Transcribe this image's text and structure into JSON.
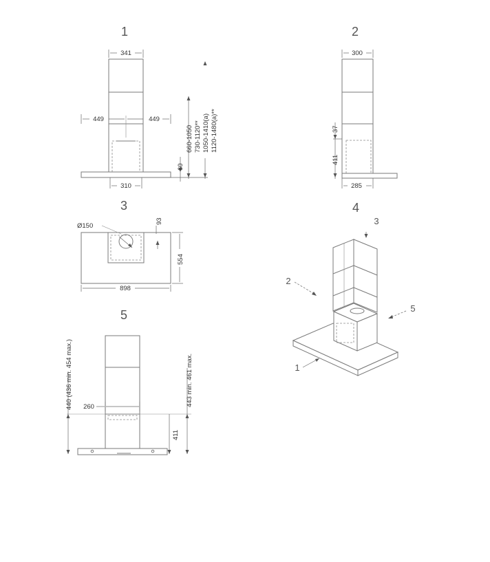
{
  "views": {
    "v1": {
      "number": "1",
      "width_top": "341",
      "side_left": "449",
      "side_right": "449",
      "bottom_width": "310",
      "h60": "60",
      "h_range1": "660-1050",
      "h_range2": "730-1120**",
      "h_range3": "1050-1410(a)",
      "h_range4": "1120-1480(a)**"
    },
    "v2": {
      "number": "2",
      "width_top": "300",
      "d37": "37",
      "d411": "411",
      "depth": "285"
    },
    "v3": {
      "number": "3",
      "diameter": "Ø150",
      "d93": "93",
      "depth": "554",
      "width": "898"
    },
    "v4": {
      "number": "4",
      "callout1": "1",
      "callout2": "2",
      "callout3": "3",
      "callout5": "5"
    },
    "v5": {
      "number": "5",
      "left_range": "440 (436 min. 454 max.)",
      "right_range": "443 min. 461 max.",
      "d260": "260",
      "d411": "411"
    }
  }
}
